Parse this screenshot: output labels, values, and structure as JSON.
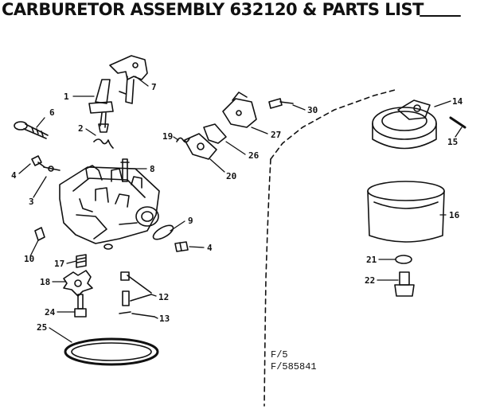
{
  "title": "CARBURETOR ASSEMBLY 632120 & PARTS LIST",
  "callouts": {
    "c1": "1",
    "c2": "2",
    "c3": "3",
    "c4a": "4",
    "c4b": "4",
    "c6": "6",
    "c7": "7",
    "c8": "8",
    "c9": "9",
    "c10": "10",
    "c12": "12",
    "c13": "13",
    "c14": "14",
    "c15": "15",
    "c16": "16",
    "c17": "17",
    "c18": "18",
    "c19": "19",
    "c20": "20",
    "c21": "21",
    "c22": "22",
    "c24": "24",
    "c25": "25",
    "c26": "26",
    "c27": "27",
    "c30": "30"
  },
  "figure_refs": {
    "line1": "F/5",
    "line2": "F/585841"
  }
}
